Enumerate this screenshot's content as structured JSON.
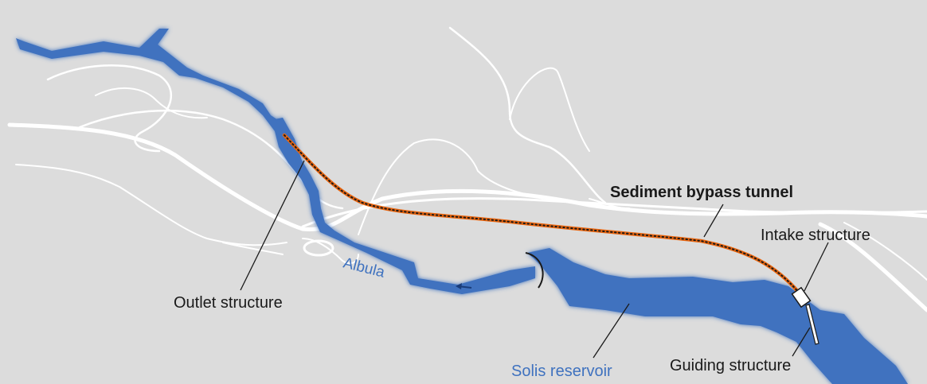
{
  "labels": {
    "tunnel": "Sediment bypass tunnel",
    "intake": "Intake structure",
    "outlet": "Outlet structure",
    "river": "Albula",
    "reservoir": "Solis reservoir",
    "guiding": "Guiding structure"
  },
  "colors": {
    "background": "#dcdcdc",
    "water": "#3f72bf",
    "roads": "#ffffff",
    "tunnel_fill": "#e8650f",
    "tunnel_dots": "#1a1a1a",
    "text": "#1a1a1a",
    "water_text": "#3f72bf"
  }
}
